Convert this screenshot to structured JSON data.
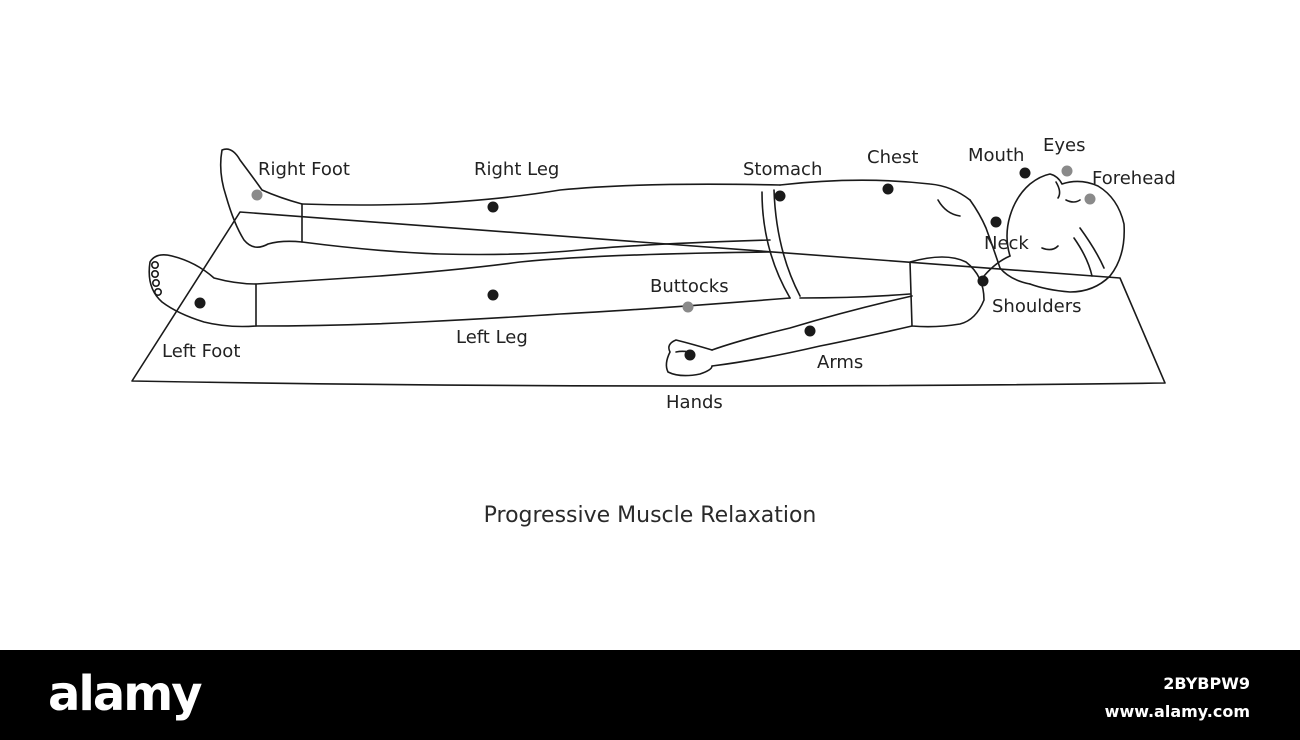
{
  "diagram": {
    "caption": "Progressive Muscle Relaxation",
    "labels": {
      "right_foot": "Right Foot",
      "right_leg": "Right Leg",
      "stomach": "Stomach",
      "chest": "Chest",
      "mouth": "Mouth",
      "eyes": "Eyes",
      "forehead": "Forehead",
      "neck": "Neck",
      "shoulders": "Shoulders",
      "buttocks": "Buttocks",
      "arms": "Arms",
      "left_foot": "Left Foot",
      "left_leg": "Left Leg",
      "hands": "Hands"
    },
    "colors": {
      "line": "#1a1a1a",
      "marker": "#1a1a1a",
      "marker_faded": "#8a8a8a"
    }
  },
  "footer": {
    "logo": "alamy",
    "image_id": "2BYBPW9",
    "url": "www.alamy.com"
  }
}
